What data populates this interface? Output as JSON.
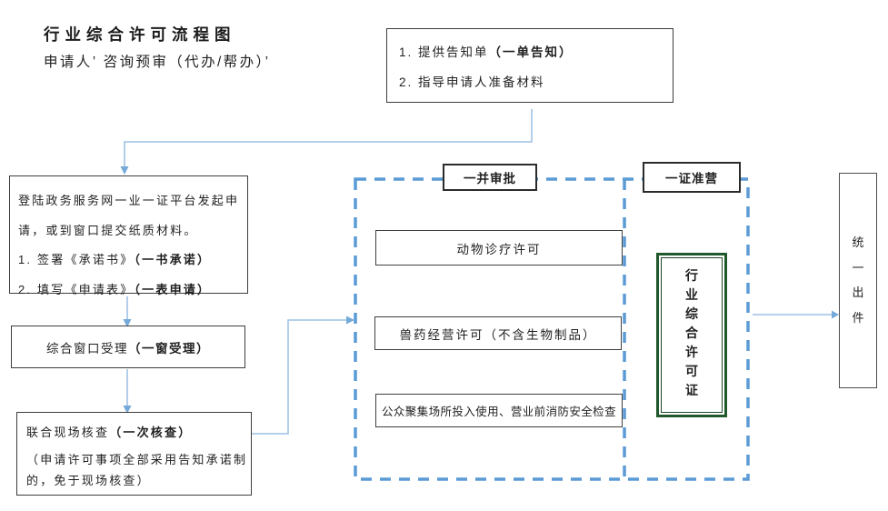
{
  "header": {
    "title": "行业综合许可流程图",
    "subtitle": "申请人’ 咨询预审（代办/帮办）’"
  },
  "notice_box": {
    "lines": [
      {
        "pre": "1. 提供告知单",
        "bold": "（一单告知）"
      },
      {
        "pre": "2. 指导申请人准备材料",
        "bold": ""
      }
    ]
  },
  "apply_box": {
    "para_lines": [
      "登陆政务服务网一业一证平台发起申",
      "请，或到窗口提交纸质材料。"
    ],
    "items": [
      {
        "pre": "1. 签署《承诺书》",
        "bold": "（一书承诺）"
      },
      {
        "pre": "2. 填写《申请表》",
        "bold": "（一表申请）"
      }
    ]
  },
  "window_box": {
    "pre": "综合窗口受理",
    "bold": "（一窗受理）"
  },
  "inspect_box": {
    "pre": "联合现场核查",
    "bold": "（一次核查）",
    "note_lines": [
      "（申请许可事项全部采用告知承诺制",
      "的，免于现场核查）"
    ]
  },
  "approval_section": {
    "label": "一并审批",
    "items": [
      "动物诊疗许可",
      "兽药经营许可（不含生物制品）",
      "公众聚集场所投入使用、营业前消防安全检查"
    ]
  },
  "permit_section": {
    "label": "一证准营",
    "license_text": "行业综合许可证"
  },
  "output_box": {
    "text": "统一出件"
  },
  "colors": {
    "dashed_border": "#5B9BD5",
    "connector_line": "#A9C9E9",
    "arrow_head": "#74A9D8",
    "license_border": "#205A2C",
    "box_border": "#3D3D3D"
  }
}
